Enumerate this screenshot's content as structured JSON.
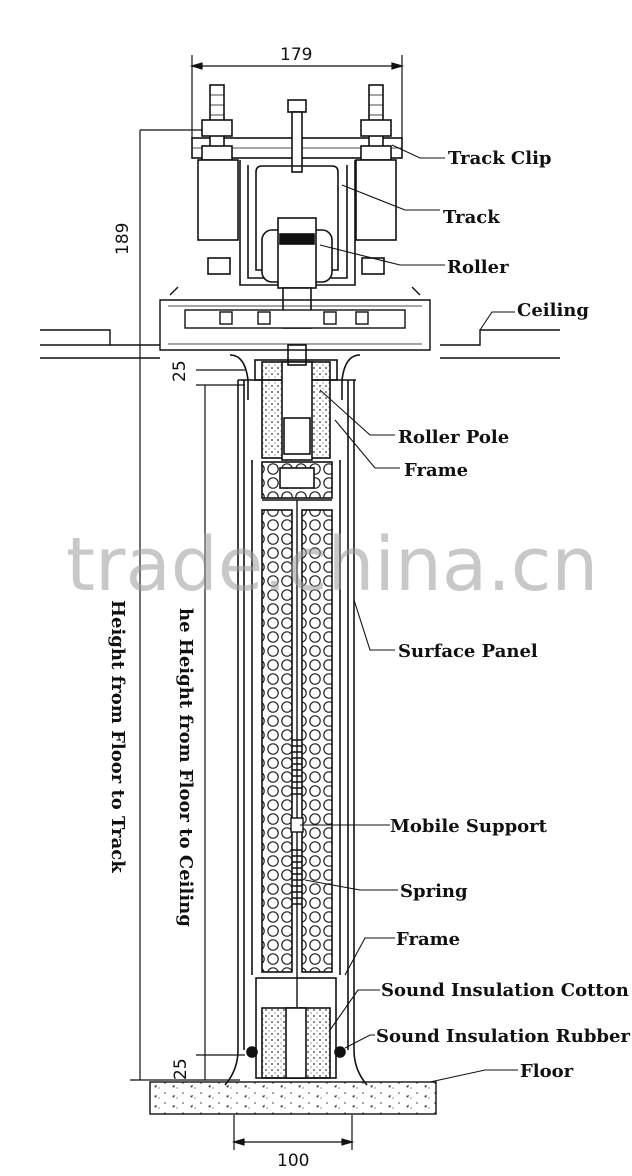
{
  "watermark": "trade.china.cn",
  "dimensions": {
    "top_width": "179",
    "track_height": "189",
    "gap_top": "25",
    "gap_bottom": "25",
    "bottom_width": "100"
  },
  "vertical_labels": {
    "floor_to_track": "Height from Floor to Track",
    "floor_to_ceiling": "he Height from Floor to Ceiling"
  },
  "callouts": [
    {
      "text": "Track Clip"
    },
    {
      "text": "Track"
    },
    {
      "text": "Roller"
    },
    {
      "text": "Ceiling"
    },
    {
      "text": "Roller Pole"
    },
    {
      "text": "Frame"
    },
    {
      "text": "Surface Panel"
    },
    {
      "text": "Mobile Support"
    },
    {
      "text": "Spring"
    },
    {
      "text": "Frame"
    },
    {
      "text": "Sound Insulation Cotton"
    },
    {
      "text": "Sound Insulation Rubber"
    },
    {
      "text": "Floor"
    }
  ]
}
